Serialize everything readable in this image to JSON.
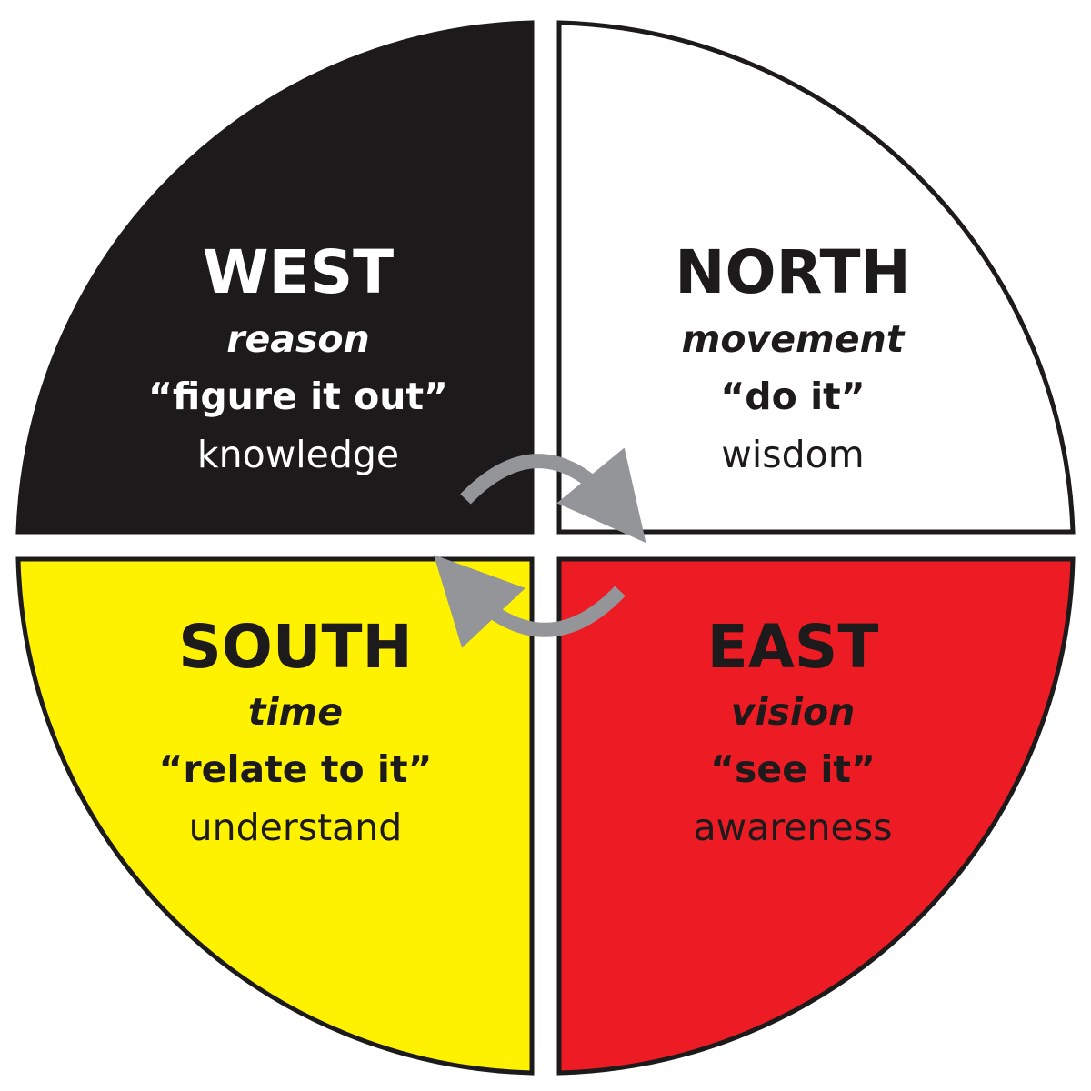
{
  "colors": {
    "west": "#1c1a1b",
    "north": "#ffffff",
    "south": "#fff200",
    "east": "#ed1c24",
    "outline": "#1c1a1b",
    "arrow": "#939598",
    "light_text": "#ffffff",
    "dark_text": "#1c1a1b"
  },
  "quadrants": {
    "west": {
      "title": "WEST",
      "keyword": "reason",
      "phrase": "“figure it out”",
      "quality": "knowledge"
    },
    "north": {
      "title": "NORTH",
      "keyword": "movement",
      "phrase": "“do it”",
      "quality": "wisdom"
    },
    "south": {
      "title": "SOUTH",
      "keyword": "time",
      "phrase": "“relate to it”",
      "quality": "understand"
    },
    "east": {
      "title": "EAST",
      "keyword": "vision",
      "phrase": "“see it”",
      "quality": "awareness"
    }
  },
  "arrows": {
    "top_icon": "curved-arrow-clockwise",
    "bottom_icon": "curved-arrow-clockwise"
  }
}
